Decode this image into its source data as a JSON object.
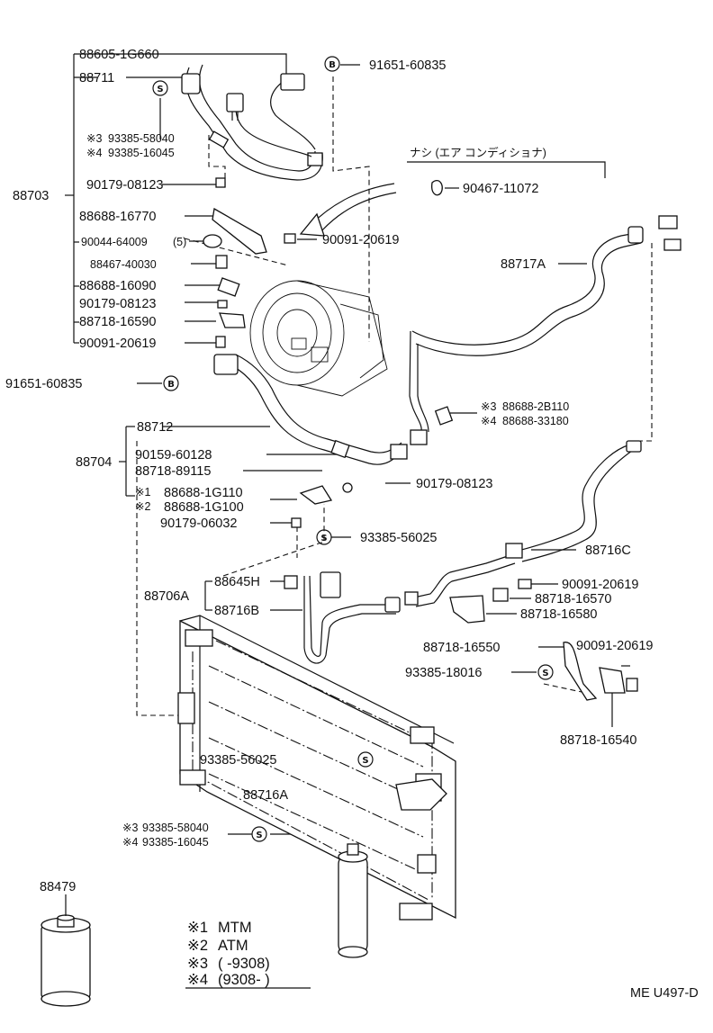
{
  "labels": {
    "l_88605": "88605-1G660",
    "l_88711": "88711",
    "l_91651_top": "91651-60835",
    "l_93385_58040_top": "93385-58040",
    "l_93385_16045_top": "93385-16045",
    "l_nashi": "ナシ  (エア コンディショナ)",
    "l_90179_08123_a": "90179-08123",
    "l_90467": "90467-11072",
    "l_88703": "88703",
    "l_88688_16770": "88688-16770",
    "l_90044": "90044-64009",
    "l_90044_qty": "(5)",
    "l_90091_20619_a": "90091-20619",
    "l_88467": "88467-40030",
    "l_88717A": "88717A",
    "l_88688_16090": "88688-16090",
    "l_90179_08123_b": "90179-08123",
    "l_88718_16590": "88718-16590",
    "l_90091_20619_b": "90091-20619",
    "l_91651_mid": "91651-60835",
    "l_88688_2B110": "88688-2B110",
    "l_88688_33180": "88688-33180",
    "l_88712": "88712",
    "l_88704": "88704",
    "l_90159": "90159-60128",
    "l_88718_89115": "88718-89115",
    "l_90179_08123_c": "90179-08123",
    "l_88688_1G110": "88688-1G110",
    "l_88688_1G100": "88688-1G100",
    "l_90179_06032": "90179-06032",
    "l_93385_56025_a": "93385-56025",
    "l_88716C": "88716C",
    "l_88645H": "88645H",
    "l_90091_20619_c": "90091-20619",
    "l_88706A": "88706A",
    "l_88718_16570": "88718-16570",
    "l_88716B": "88716B",
    "l_88718_16580": "88718-16580",
    "l_88718_16550": "88718-16550",
    "l_90091_20619_d": "90091-20619",
    "l_93385_18016": "93385-18016",
    "l_88718_16540": "88718-16540",
    "l_93385_56025_b": "93385-56025",
    "l_88716A": "88716A",
    "l_93385_58040_bot": "93385-58040",
    "l_93385_16045_bot": "93385-16045",
    "l_88479": "88479",
    "l_diagram_code": "ME U497-D"
  },
  "marks": {
    "m1": "※1",
    "m2": "※2",
    "m3": "※3",
    "m4": "※4",
    "circle_s": "S",
    "circle_b": "B"
  },
  "legend": [
    {
      "mark": "※1",
      "text": "MTM"
    },
    {
      "mark": "※2",
      "text": "ATM"
    },
    {
      "mark": "※3",
      "text": "(      -9308)"
    },
    {
      "mark": "※4",
      "text": "(9308-      )"
    }
  ]
}
